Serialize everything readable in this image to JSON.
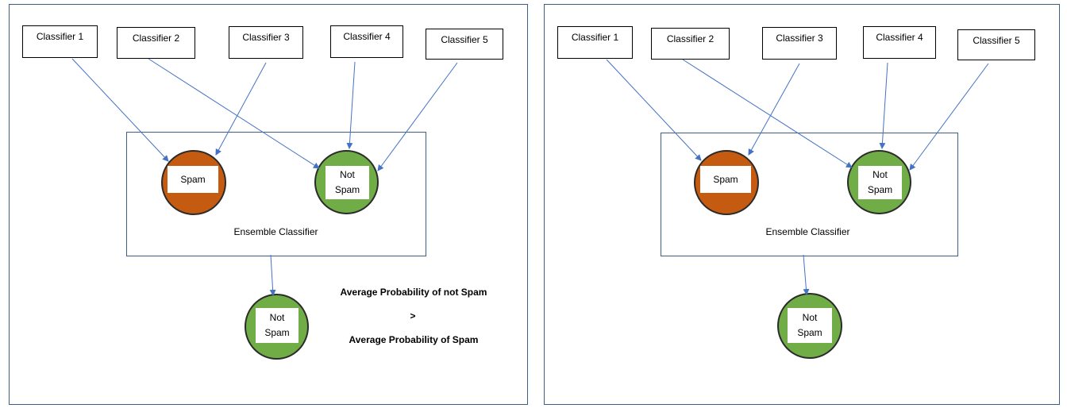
{
  "panels": [
    {
      "classifiers": [
        "Classifier 1",
        "Classifier 2",
        "Classifier 3",
        "Classifier 4",
        "Classifier 5"
      ],
      "ensemble_label": "Ensemble Classifier",
      "spam_label": "Spam",
      "not_spam_label": "Not Spam",
      "result_label": "Not Spam",
      "note": {
        "line1": "Average Probability of not Spam",
        "line2": ">",
        "line3": "Average Probability of Spam"
      }
    },
    {
      "classifiers": [
        "Classifier 1",
        "Classifier 2",
        "Classifier 3",
        "Classifier 4",
        "Classifier 5"
      ],
      "ensemble_label": "Ensemble Classifier",
      "spam_label": "Spam",
      "not_spam_label": "Not Spam",
      "result_label": "Not Spam"
    }
  ],
  "colors": {
    "spam": "#c55a11",
    "not_spam": "#70ad47",
    "arrow": "#4472c4",
    "panel_border": "#3b5f86"
  }
}
